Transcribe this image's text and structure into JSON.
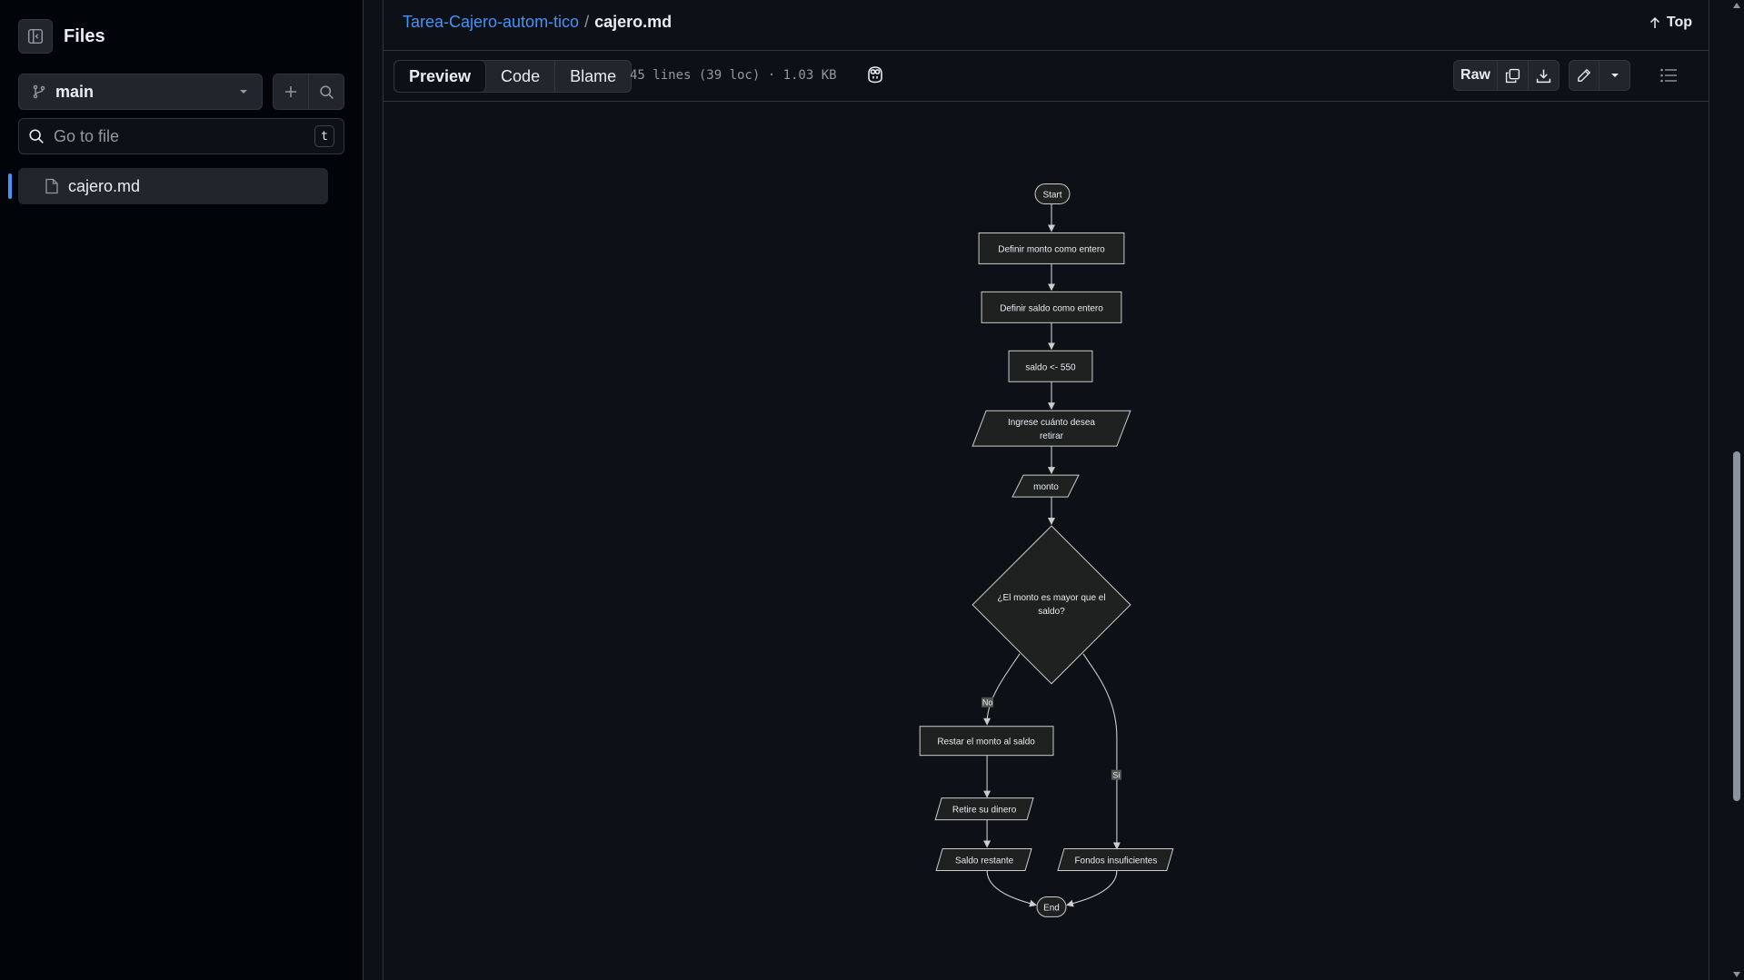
{
  "sidebar": {
    "title": "Files",
    "branch": "main",
    "search_placeholder": "Go to file",
    "search_shortcut": "t",
    "files": [
      {
        "name": "cajero.md",
        "active": true
      }
    ]
  },
  "header": {
    "repo": "Tarea-Cajero-autom-tico",
    "separator": "/",
    "file": "cajero.md",
    "top_label": "Top"
  },
  "toolbar": {
    "tabs": [
      "Preview",
      "Code",
      "Blame"
    ],
    "active_tab": "Preview",
    "meta": "45 lines (39 loc) · 1.03 KB",
    "raw_label": "Raw"
  },
  "flowchart": {
    "nodes": {
      "start": "Start",
      "def_monto": "Definir monto como entero",
      "def_saldo": "Definir saldo como entero",
      "assign": "saldo <- 550",
      "prompt_line1": "Ingrese cuánto desea",
      "prompt_line2": "retirar",
      "read": "monto",
      "decision_line1": "¿El monto es mayor que el",
      "decision_line2": "saldo?",
      "subtract": "Restar el monto al saldo",
      "withdraw": "Retire su dinero",
      "remaining": "Saldo restante",
      "insufficient": "Fondos insuficientes",
      "end": "End"
    },
    "edge_labels": {
      "no": "No",
      "yes": "Si"
    }
  },
  "colors": {
    "bg": "#0d1117",
    "sidebar_bg": "#010409",
    "border": "#30363d",
    "link": "#4493f8",
    "node_fill": "#1f2020",
    "node_stroke": "#cccccc"
  }
}
